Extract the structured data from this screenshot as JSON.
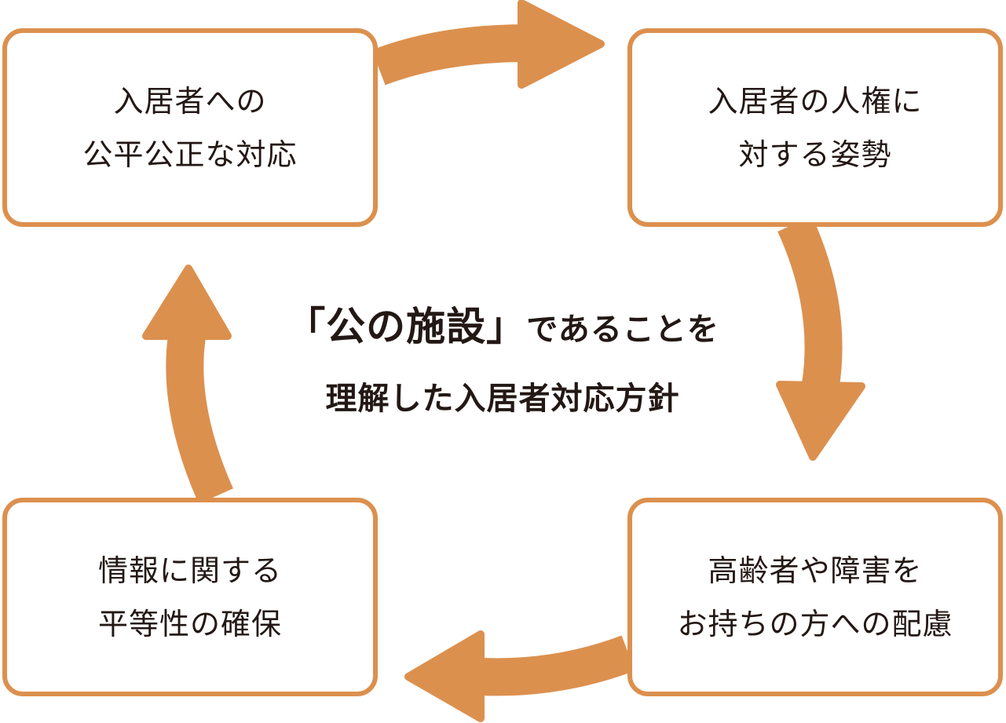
{
  "colors": {
    "accent": "#dc904e",
    "text": "#231815",
    "box_background": "#ffffff"
  },
  "boxes": {
    "top_left": {
      "line1": "入居者への",
      "line2": "公平公正な対応"
    },
    "top_right": {
      "line1": "入居者の人権に",
      "line2": "対する姿勢"
    },
    "bottom_right": {
      "line1": "高齢者や障害を",
      "line2": "お持ちの方への配慮"
    },
    "bottom_left": {
      "line1": "情報に関する",
      "line2": "平等性の確保"
    }
  },
  "center": {
    "emphasis": "「公の施設」",
    "line1_rest": "であることを",
    "line2": "理解した入居者対応方針"
  }
}
